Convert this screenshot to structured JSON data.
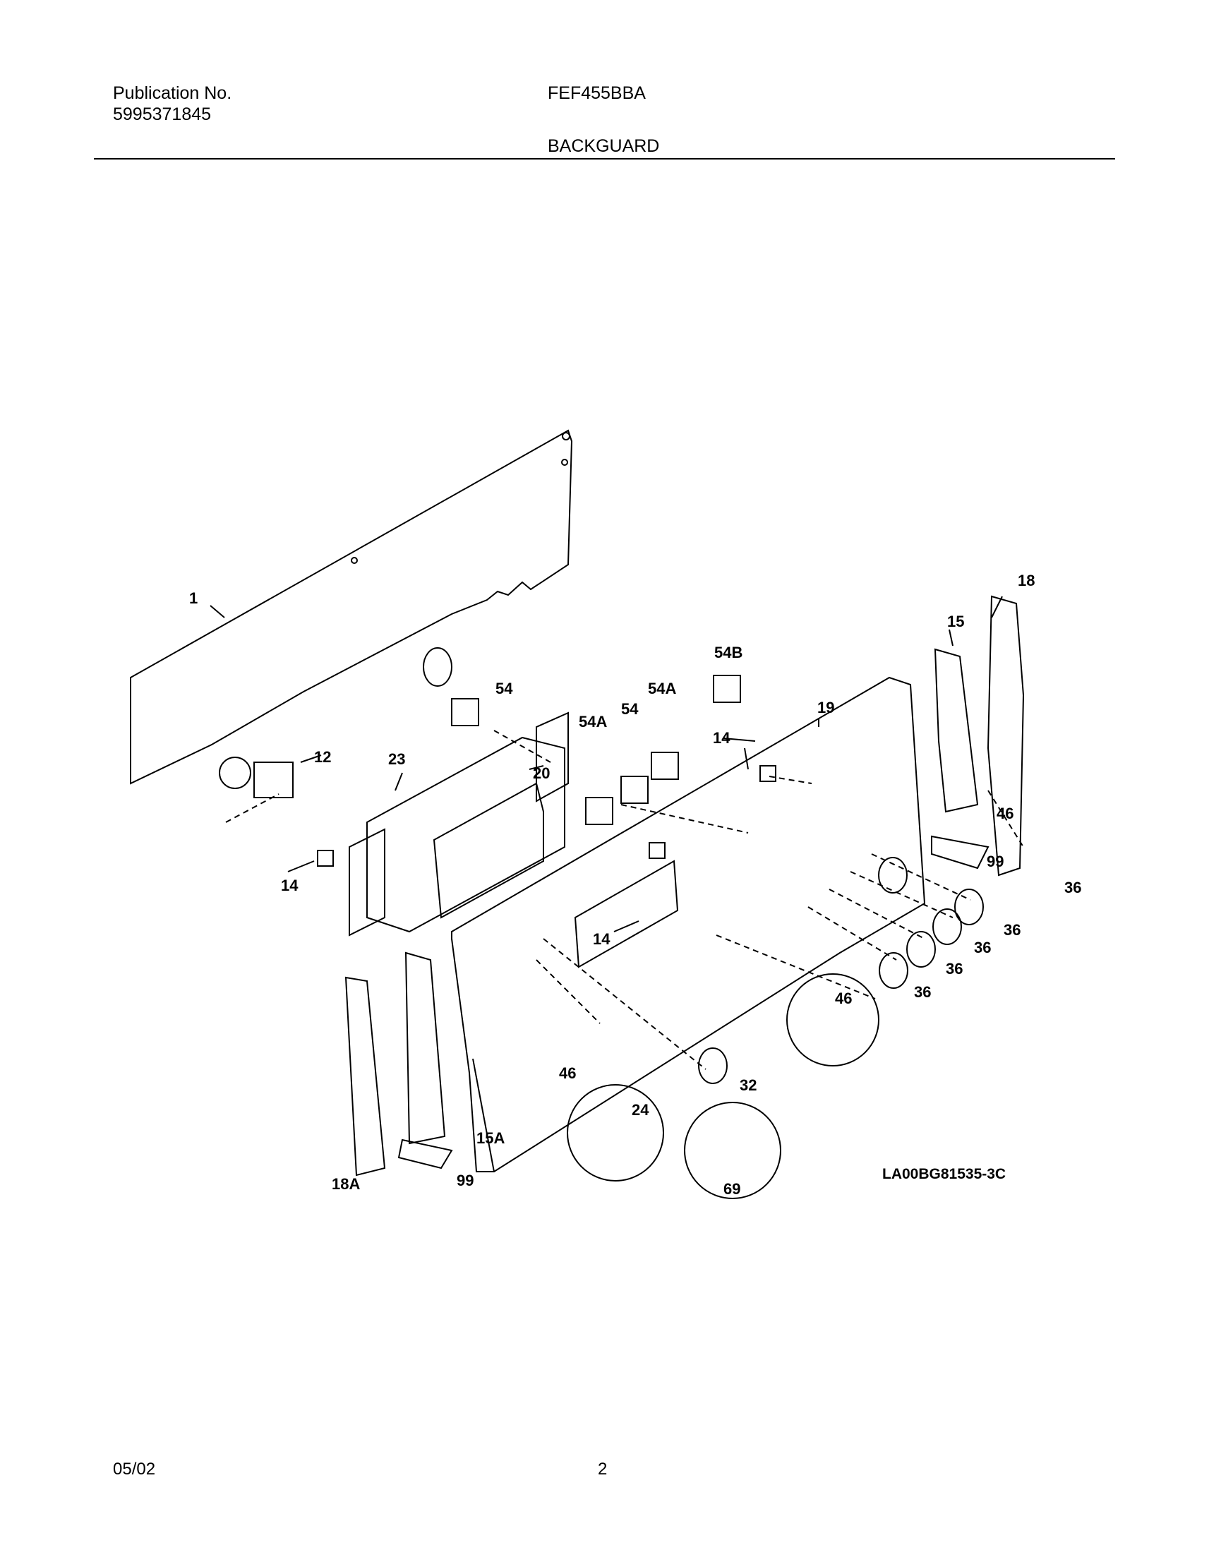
{
  "header": {
    "publication_label": "Publication No.",
    "publication_number": "5995371845",
    "model": "FEF455BBA",
    "section": "BACKGUARD"
  },
  "diagram": {
    "callouts": {
      "c1": "1",
      "c12": "12",
      "c14a": "14",
      "c14b": "14",
      "c14c": "14",
      "c15": "15",
      "c15a": "15A",
      "c18": "18",
      "c18a": "18A",
      "c19": "19",
      "c20": "20",
      "c23": "23",
      "c24": "24",
      "c32": "32",
      "c36a": "36",
      "c36b": "36",
      "c36c": "36",
      "c36d": "36",
      "c36e": "36",
      "c46a": "46",
      "c46b": "46",
      "c46c": "46",
      "c54a": "54",
      "c54b": "54",
      "c54A1": "54A",
      "c54A2": "54A",
      "c54B": "54B",
      "c69": "69",
      "c99a": "99",
      "c99b": "99"
    },
    "drawing_code": "LA00BG81535-3C"
  },
  "footer": {
    "date": "05/02",
    "page": "2"
  }
}
